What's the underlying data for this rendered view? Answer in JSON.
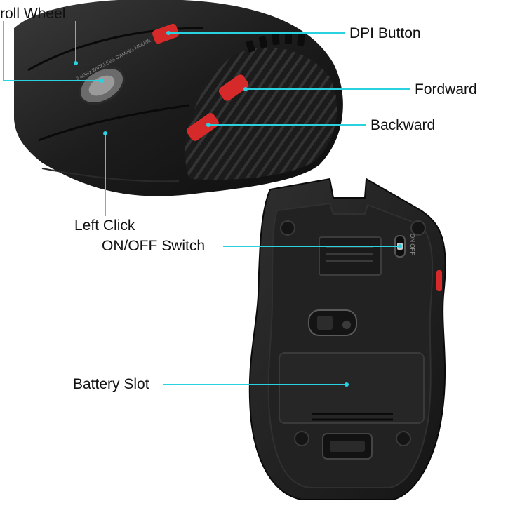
{
  "labels": {
    "scroll_wheel": "roll Wheel",
    "dpi_button": "DPI Button",
    "forward": "Fordward",
    "backward": "Backward",
    "left_click": "Left Click",
    "switch": "ON/OFF Switch",
    "battery_slot": "Battery Slot"
  },
  "mouse_text": {
    "top_shell": "2.4GHz WIRELESS GAMING MOUSE",
    "switch_marking": "ON OFF"
  },
  "colors": {
    "leader_line": "#2ad2e0",
    "accent_red": "#d62a2a",
    "mouse_body": "#1a1a1a",
    "background": "#ffffff"
  }
}
